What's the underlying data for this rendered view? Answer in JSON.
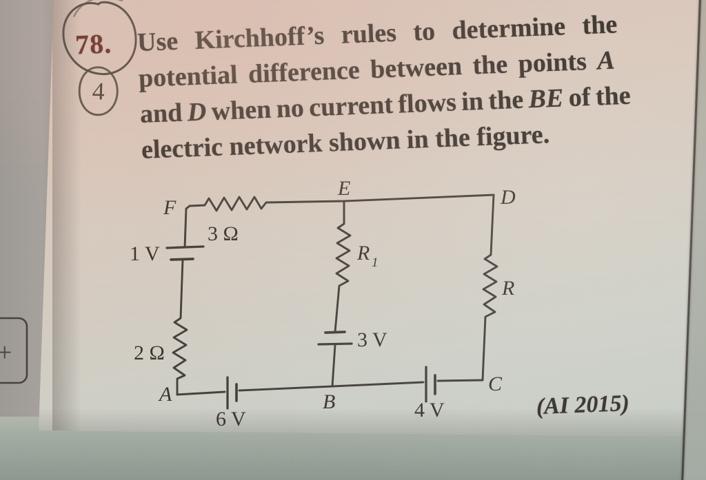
{
  "question": {
    "number": "78.",
    "lines": [
      [
        {
          "t": "Use Kirchhoff’s rules to determine the"
        }
      ],
      [
        {
          "t": "potential difference between the points "
        },
        {
          "t": "A"
        }
      ],
      [
        {
          "t": "and "
        },
        {
          "t": "D"
        },
        {
          "t": " when no current flows in the "
        },
        {
          "t": "BE"
        },
        {
          "t": " of the"
        }
      ],
      [
        {
          "t": "electric network shown in the figure."
        }
      ]
    ],
    "source_tag": "(AI 2015)"
  },
  "handwriting": {
    "circled_number": "4",
    "margin_mark": "+"
  },
  "figure": {
    "nodes": {
      "top_left": "F",
      "top_center": "E",
      "top_right": "D",
      "bottom_left": "A",
      "bottom_center": "B",
      "bottom_right": "C"
    },
    "components": {
      "top_resistor": "3 Ω",
      "left_battery": "1 V",
      "left_resistor": "2 Ω",
      "middle_resistor_base": "R",
      "middle_resistor_sub": "1",
      "middle_battery": "3 V",
      "right_resistor": "R",
      "bottom_left_battery": "6 V",
      "bottom_right_battery": "4 V"
    }
  },
  "colors": {
    "ink": "#3a322b",
    "question_number_red": "#5e251d",
    "pen": "#49423b",
    "page_top": "#d9c3b7",
    "page_bottom": "#c6cdc7"
  }
}
